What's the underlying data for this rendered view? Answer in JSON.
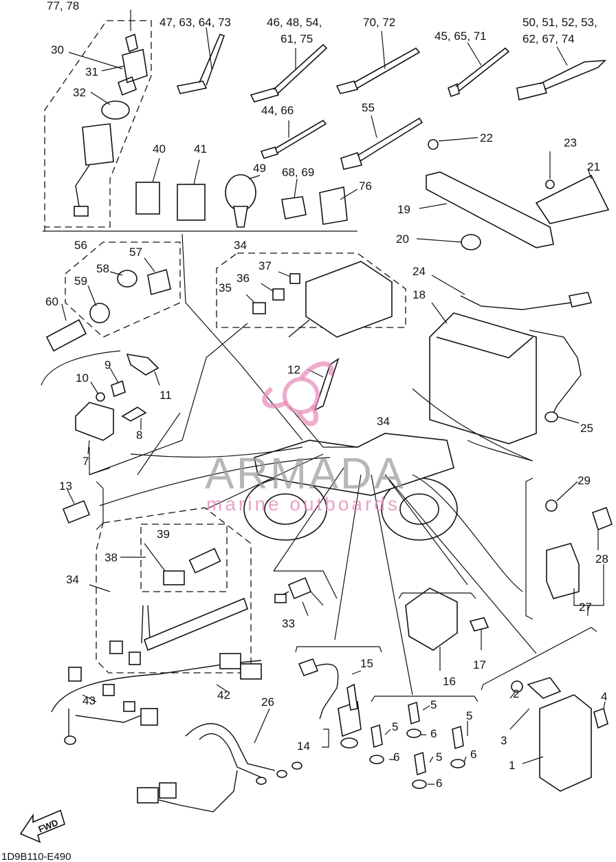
{
  "callouts": [
    {
      "id": "c1",
      "text": "77, 78"
    },
    {
      "id": "c2",
      "text": "47, 63, 64, 73"
    },
    {
      "id": "c3",
      "text": "46, 48, 54,"
    },
    {
      "id": "c3b",
      "text": "61, 75"
    },
    {
      "id": "c4",
      "text": "70, 72"
    },
    {
      "id": "c5",
      "text": "45, 65, 71"
    },
    {
      "id": "c6",
      "text": "50, 51, 52, 53,"
    },
    {
      "id": "c6b",
      "text": "62, 67, 74"
    },
    {
      "id": "c7",
      "text": "30"
    },
    {
      "id": "c8",
      "text": "31"
    },
    {
      "id": "c9",
      "text": "32"
    },
    {
      "id": "c10",
      "text": "44, 66"
    },
    {
      "id": "c11",
      "text": "55"
    },
    {
      "id": "c12",
      "text": "22"
    },
    {
      "id": "c13",
      "text": "23"
    },
    {
      "id": "c14",
      "text": "21"
    },
    {
      "id": "c15",
      "text": "40"
    },
    {
      "id": "c16",
      "text": "41"
    },
    {
      "id": "c17",
      "text": "49"
    },
    {
      "id": "c18",
      "text": "68, 69"
    },
    {
      "id": "c19",
      "text": "76"
    },
    {
      "id": "c20",
      "text": "19"
    },
    {
      "id": "c21",
      "text": "20"
    },
    {
      "id": "c22",
      "text": "56"
    },
    {
      "id": "c23",
      "text": "57"
    },
    {
      "id": "c24",
      "text": "58"
    },
    {
      "id": "c25",
      "text": "59"
    },
    {
      "id": "c26",
      "text": "60"
    },
    {
      "id": "c27",
      "text": "34"
    },
    {
      "id": "c28",
      "text": "37"
    },
    {
      "id": "c29",
      "text": "36"
    },
    {
      "id": "c30",
      "text": "35"
    },
    {
      "id": "c31",
      "text": "24"
    },
    {
      "id": "c32",
      "text": "18"
    },
    {
      "id": "c33",
      "text": "9"
    },
    {
      "id": "c34",
      "text": "10"
    },
    {
      "id": "c35",
      "text": "11"
    },
    {
      "id": "c36",
      "text": "12"
    },
    {
      "id": "c37",
      "text": "8"
    },
    {
      "id": "c38",
      "text": "7"
    },
    {
      "id": "c39",
      "text": "34"
    },
    {
      "id": "c40",
      "text": "25"
    },
    {
      "id": "c41",
      "text": "13"
    },
    {
      "id": "c42",
      "text": "29"
    },
    {
      "id": "c43",
      "text": "39"
    },
    {
      "id": "c44",
      "text": "38"
    },
    {
      "id": "c45",
      "text": "34"
    },
    {
      "id": "c46",
      "text": "28"
    },
    {
      "id": "c47",
      "text": "27"
    },
    {
      "id": "c48",
      "text": "33"
    },
    {
      "id": "c49",
      "text": "17"
    },
    {
      "id": "c50",
      "text": "16"
    },
    {
      "id": "c51",
      "text": "15"
    },
    {
      "id": "c52",
      "text": "42"
    },
    {
      "id": "c53",
      "text": "43"
    },
    {
      "id": "c54",
      "text": "4"
    },
    {
      "id": "c55",
      "text": "2"
    },
    {
      "id": "c56",
      "text": "5"
    },
    {
      "id": "c57",
      "text": "5"
    },
    {
      "id": "c58",
      "text": "5"
    },
    {
      "id": "c59",
      "text": "3"
    },
    {
      "id": "c60",
      "text": "26"
    },
    {
      "id": "c61",
      "text": "6"
    },
    {
      "id": "c62",
      "text": "6"
    },
    {
      "id": "c63",
      "text": "14"
    },
    {
      "id": "c64",
      "text": "6"
    },
    {
      "id": "c65",
      "text": "5"
    },
    {
      "id": "c66",
      "text": "6"
    },
    {
      "id": "c67",
      "text": "1"
    }
  ],
  "watermark": {
    "brand": "ARMADA",
    "tagline": "marine outboards"
  },
  "fwd_label": "FWD",
  "diagram_code": "1D9B110-E490",
  "colors": {
    "ink": "#111111",
    "watermark_gray": "#9a9a9a",
    "watermark_pink": "#e58ab8"
  }
}
